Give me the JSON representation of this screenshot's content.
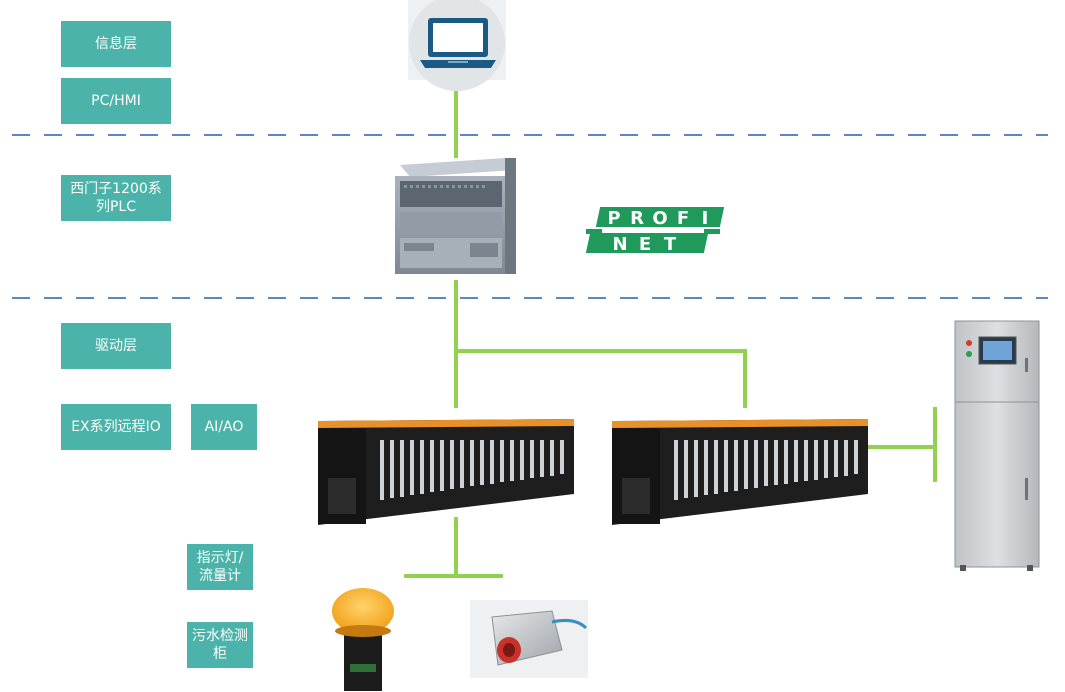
{
  "labels": {
    "info_layer": "信息层",
    "pc_hmi": "PC/HMI",
    "plc_line1": "西门子1200系",
    "plc_line2": "列PLC",
    "drive_layer": "驱动层",
    "ex_remote_io": "EX系列远程IO",
    "ai_ao": "AI/AO",
    "indicator_line1": "指示灯/",
    "indicator_line2": "流量计",
    "sewage_line1": "污水检测",
    "sewage_line2": "柜"
  },
  "logo": {
    "row1": [
      "P",
      "R",
      "O",
      "F",
      "I"
    ],
    "row2": [
      "N",
      "E",
      "T"
    ]
  },
  "colors": {
    "label_bg": "#4bb3a9",
    "connector": "#92d050",
    "layer_divider": "#5b86c8",
    "profinet": "#1f9a5a"
  }
}
